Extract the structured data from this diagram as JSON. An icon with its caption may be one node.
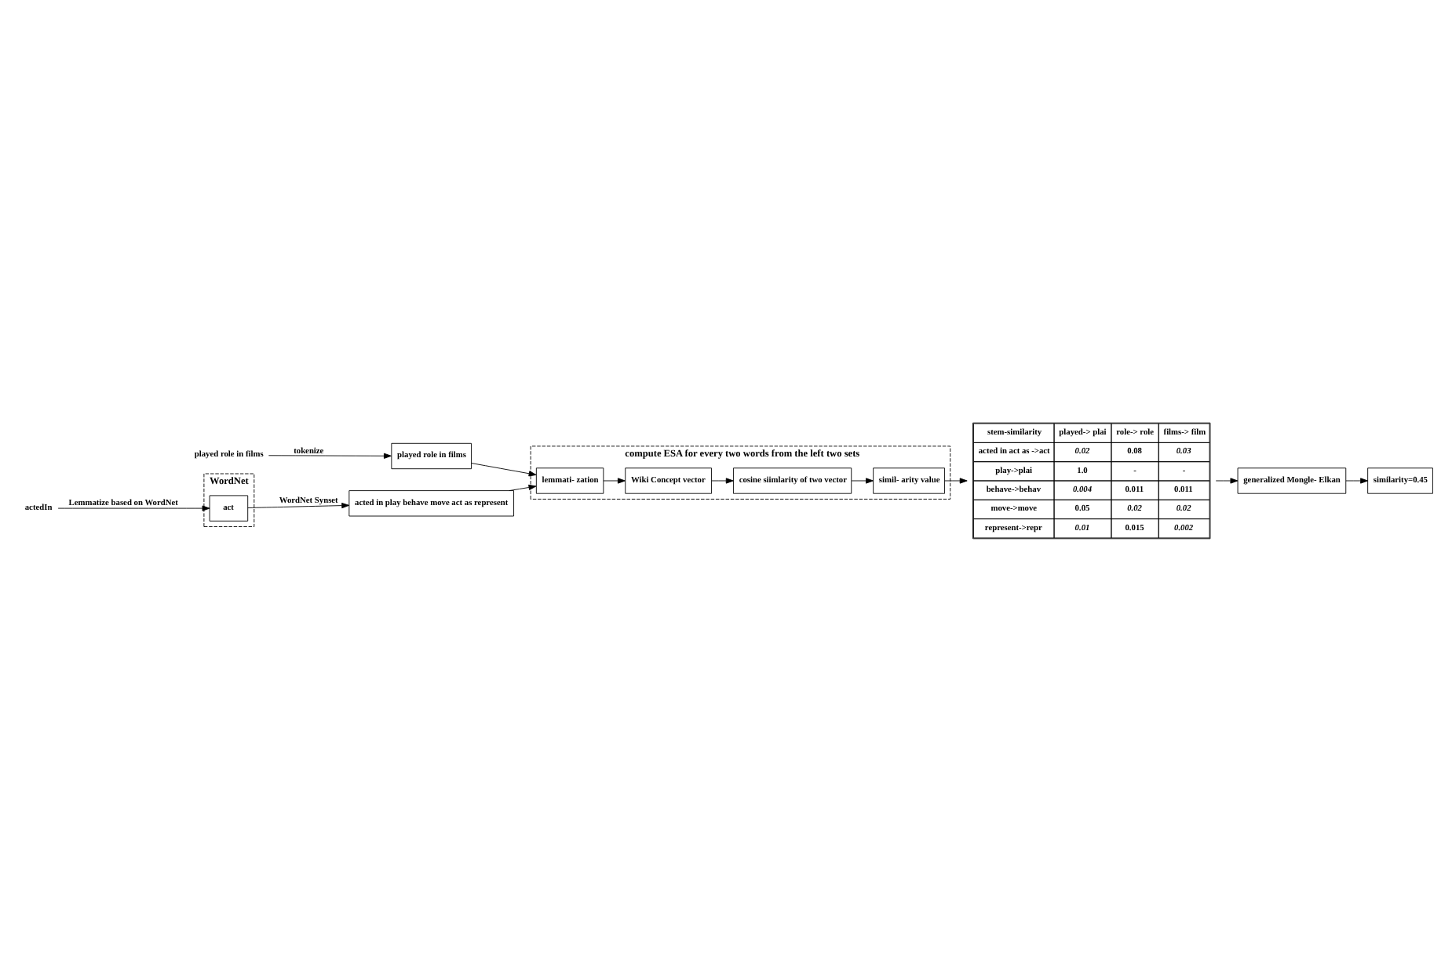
{
  "diagram": {
    "nodes": [
      {
        "text": [
          "WordNet"
        ]
      },
      {
        "text": [
          "actedIn"
        ]
      },
      {
        "text": [
          "act"
        ],
        "in": 0
      },
      {
        "text": [
          "acted in play behave move act as represent"
        ]
      },
      {
        "text": [
          "played role in films"
        ]
      },
      {
        "text": [
          "played role in films"
        ]
      },
      {
        "text": [
          "compute ESA for every two words from the left two sets"
        ]
      },
      {
        "text": [
          "lemmati- zation"
        ],
        "in": 6
      },
      {
        "text": [
          "Wiki Concept vector"
        ],
        "in": 6
      },
      {
        "text": [
          "cosine siimlarity of two vector"
        ],
        "in": 6
      },
      {
        "text": [
          "simil- arity value"
        ],
        "in": 6
      },
      {
        "text": [
          "stem-similarity",
          "played-> plai",
          "role-> role",
          "films-> film",
          "acted in act as ->act",
          "*0.02*",
          "0.08",
          "*0.03*",
          "play->plai",
          "1.0",
          "-",
          "-",
          "behave->behav",
          "*0.004*",
          "0.011",
          "0.011",
          "move->move",
          "0.05",
          "*0.02*",
          "*0.02*",
          "represent->repr",
          "*0.01*",
          "0.015",
          "*0.002*"
        ]
      },
      {
        "text": [
          "generalized Mongle- Elkan"
        ]
      },
      {
        "text": [
          "similarity=0.45"
        ]
      }
    ],
    "edges": [
      {
        "from": 1,
        "to": 2,
        "arrow": "to",
        "label": "Lemmatize based on WordNet"
      },
      {
        "from": 2,
        "to": 3,
        "arrow": "to",
        "label": "WordNet Synset"
      },
      {
        "from": 4,
        "to": 5,
        "arrow": "to",
        "label": "tokenize"
      },
      {
        "from": 3,
        "to": 7,
        "arrow": "to"
      },
      {
        "from": 5,
        "to": 7,
        "arrow": "to"
      },
      {
        "from": 7,
        "to": 8,
        "arrow": "to"
      },
      {
        "from": 8,
        "to": 9,
        "arrow": "to"
      },
      {
        "from": 9,
        "to": 10,
        "arrow": "to"
      },
      {
        "from": 10,
        "to": 11,
        "arrow": "to"
      },
      {
        "from": 11,
        "to": 12,
        "arrow": "to"
      },
      {
        "from": 12,
        "to": 13,
        "arrow": "to"
      }
    ]
  }
}
